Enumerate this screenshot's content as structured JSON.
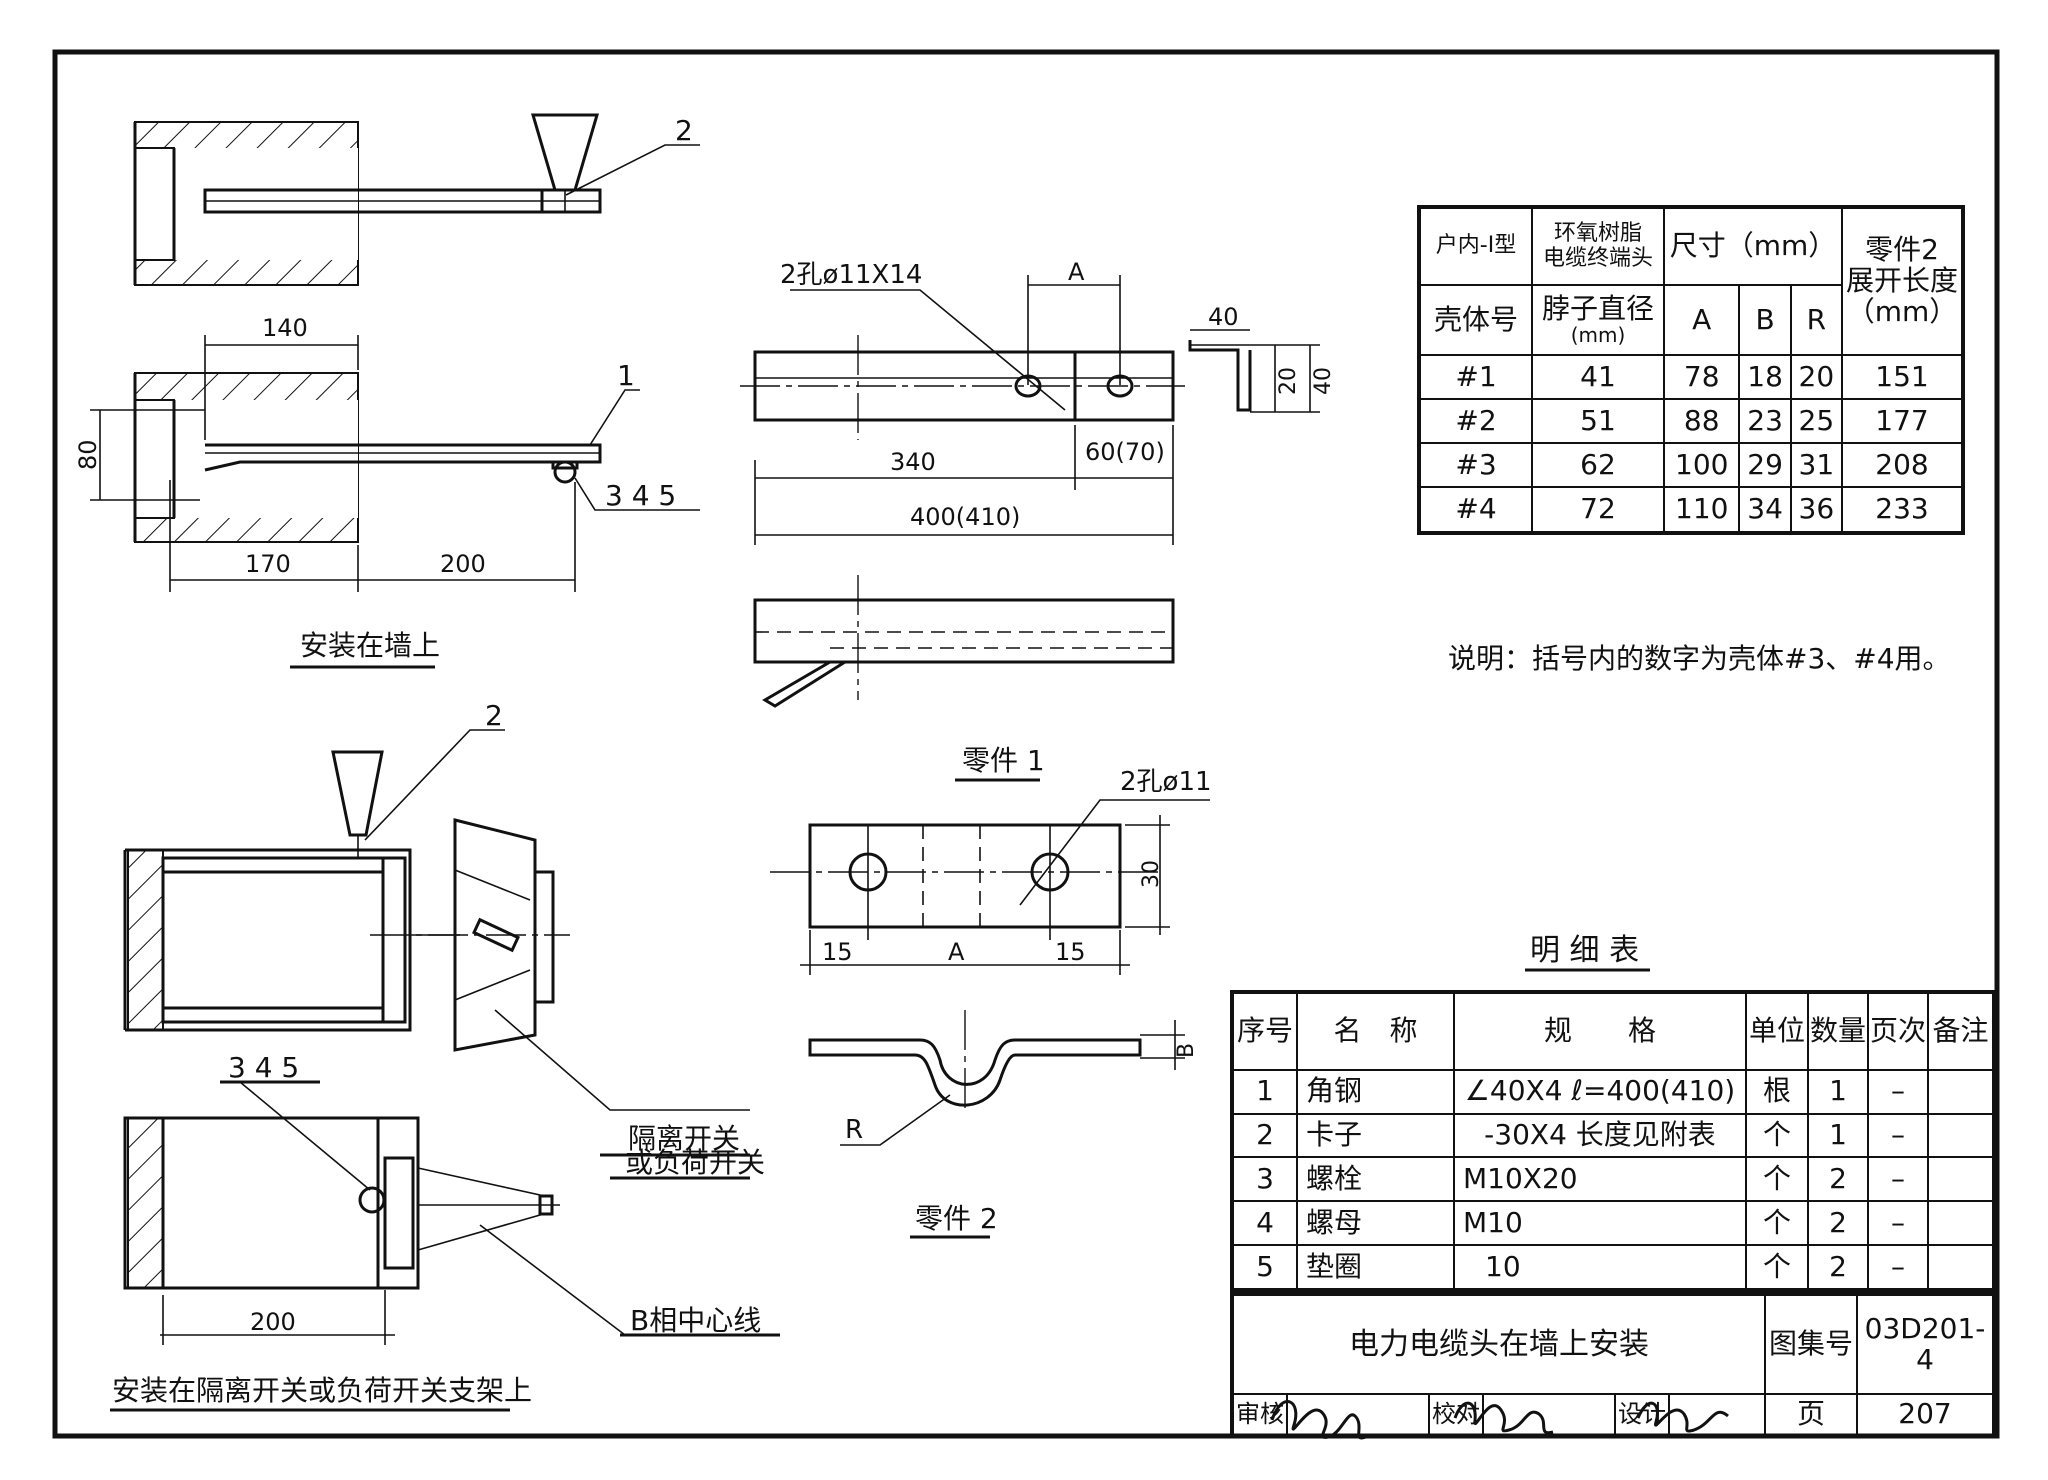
{
  "drawing": {
    "part1_caption": "零件 1",
    "part2_caption": "零件 2",
    "wall_caption": "安装在墙上",
    "switch_caption": "安装在隔离开关或负荷开关支架上",
    "note": "说明：括号内的数字为壳体#3、#4用。",
    "callouts": {
      "item2_top": "2",
      "item1": "1",
      "items345_top": "3  4  5",
      "item2_mid": "2",
      "items345_bottom": "3  4  5",
      "isolating_switch_l1": "隔离开关",
      "isolating_switch_l2": "或负荷开关",
      "b_phase": "B相中心线",
      "holes_part1": "2孔ø11X14",
      "holes_part2": "2孔ø11",
      "radius": "R"
    },
    "dimensions": {
      "d140": "140",
      "d80": "80",
      "d170": "170",
      "d200a": "200",
      "d200b": "200",
      "dA1": "A",
      "d40a": "40",
      "d20": "20",
      "d40b": "40",
      "d340": "340",
      "d60": "60(70)",
      "d400": "400(410)",
      "d30": "30",
      "d15a": "15",
      "dA2": "A",
      "d15b": "15",
      "dB": "B"
    }
  },
  "dim_table": {
    "h_type": "户内-I型",
    "h_term_l1": "环氧树脂",
    "h_term_l2": "电缆终端头",
    "h_size": "尺寸（mm）",
    "h_len_l1": "零件2",
    "h_len_l2": "展开长度",
    "h_len_l3": "（mm）",
    "h_shell": "壳体号",
    "h_neck_l1": "脖子直径",
    "h_neck_l2": "(mm)",
    "h_A": "A",
    "h_B": "B",
    "h_R": "R",
    "rows": [
      {
        "shell": "#1",
        "neck": "41",
        "A": "78",
        "B": "18",
        "R": "20",
        "len": "151"
      },
      {
        "shell": "#2",
        "neck": "51",
        "A": "88",
        "B": "23",
        "R": "25",
        "len": "177"
      },
      {
        "shell": "#3",
        "neck": "62",
        "A": "100",
        "B": "29",
        "R": "31",
        "len": "208"
      },
      {
        "shell": "#4",
        "neck": "72",
        "A": "110",
        "B": "34",
        "R": "36",
        "len": "233"
      }
    ]
  },
  "bom": {
    "title": "明 细 表",
    "h_no": "序号",
    "h_name": "名　称",
    "h_spec": "规　　格",
    "h_unit": "单位",
    "h_qty": "数量",
    "h_page": "页次",
    "h_note": "备注",
    "rows": [
      {
        "no": "1",
        "name": "角钢",
        "spec": "∠40X4 ℓ=400(410)",
        "unit": "根",
        "qty": "1",
        "page": "–"
      },
      {
        "no": "2",
        "name": "卡子",
        "spec": "-30X4 长度见附表",
        "unit": "个",
        "qty": "1",
        "page": "–"
      },
      {
        "no": "3",
        "name": "螺栓",
        "spec": "M10X20",
        "unit": "个",
        "qty": "2",
        "page": "–"
      },
      {
        "no": "4",
        "name": "螺母",
        "spec": "M10",
        "unit": "个",
        "qty": "2",
        "page": "–"
      },
      {
        "no": "5",
        "name": "垫圈",
        "spec": "10",
        "unit": "个",
        "qty": "2",
        "page": "–"
      }
    ]
  },
  "title_block": {
    "title": "电力电缆头在墙上安装",
    "atlas_label": "图集号",
    "atlas_no": "03D201-4",
    "review": "审核",
    "check": "校对",
    "design": "设计",
    "page_label": "页",
    "page_no": "207"
  }
}
